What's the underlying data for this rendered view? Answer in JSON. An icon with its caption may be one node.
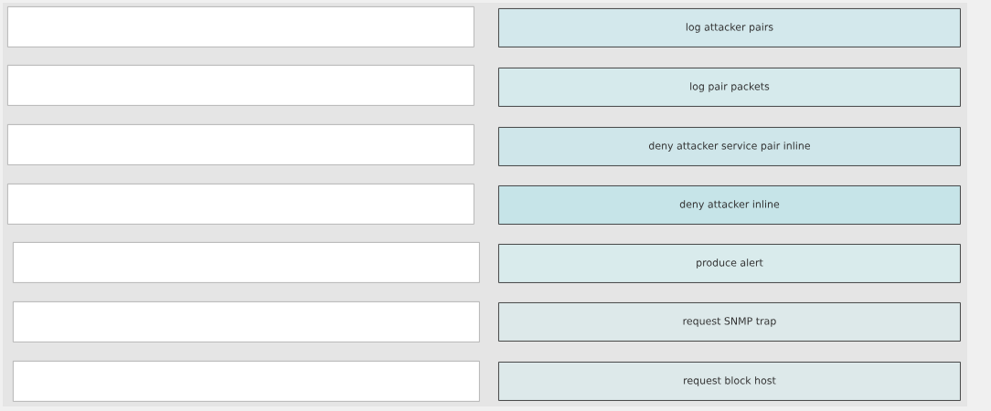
{
  "diagram": {
    "nodes": [
      {
        "text": [],
        "shape": "box"
      },
      {
        "text": [],
        "shape": "box"
      },
      {
        "text": [],
        "shape": "box"
      },
      {
        "text": [],
        "shape": "box"
      },
      {
        "text": [],
        "shape": "box"
      },
      {
        "text": [],
        "shape": "box"
      },
      {
        "text": [],
        "shape": "box"
      },
      {
        "text": [
          "log attacker pairs"
        ]
      },
      {
        "text": [
          "log pair packets"
        ]
      },
      {
        "text": [
          "deny attacker service pair inline"
        ]
      },
      {
        "text": [
          "deny attacker inline"
        ]
      },
      {
        "text": [
          "produce alert"
        ]
      },
      {
        "text": [
          "request SNMP trap"
        ]
      },
      {
        "text": [
          "request block host"
        ]
      }
    ]
  }
}
